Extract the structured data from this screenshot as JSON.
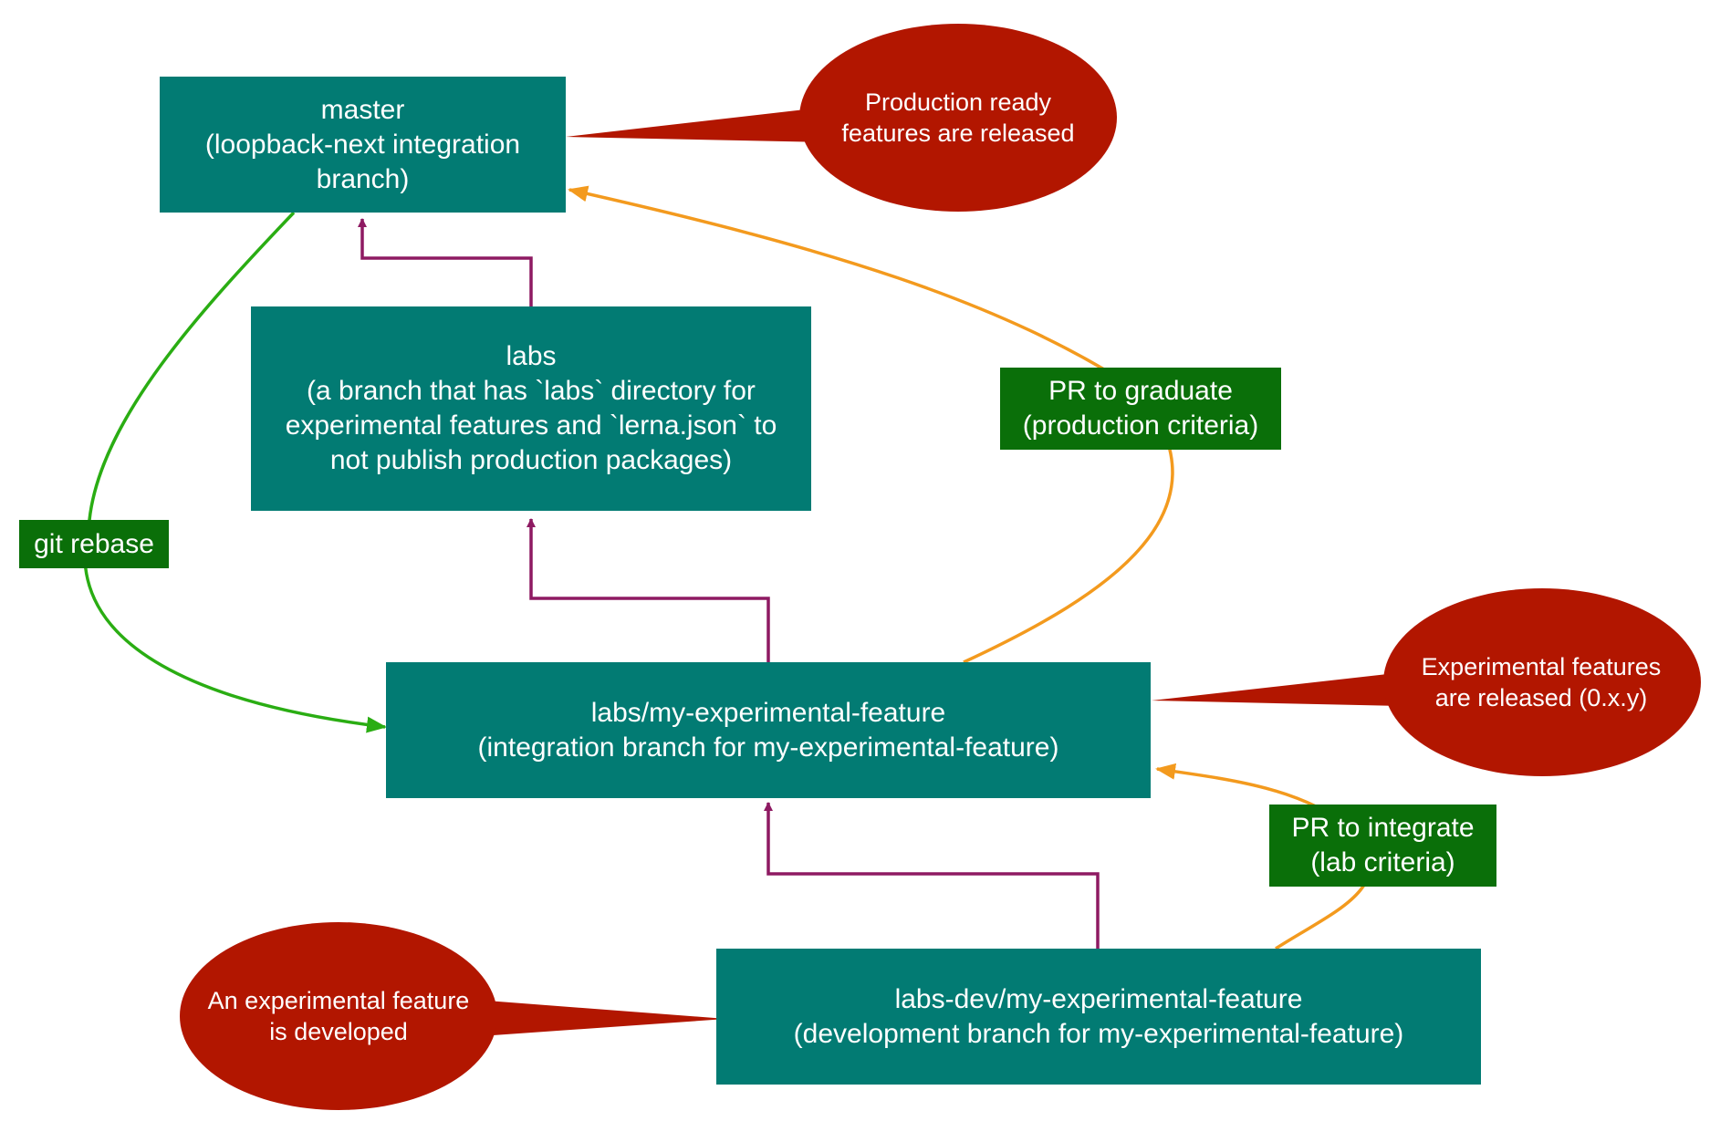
{
  "colors": {
    "branch_fill": "#027b73",
    "label_fill": "#0a6f09",
    "bubble_fill": "#b21600",
    "merge_arrow": "#8e1a62",
    "pr_arrow": "#f39a1e",
    "rebase_arrow": "#2aad13",
    "text": "#ffffff"
  },
  "branches": {
    "master": {
      "line1": "master",
      "line2": "(loopback-next integration",
      "line3": "branch)"
    },
    "labs": {
      "line1": "labs",
      "line2": "(a branch that has `labs` directory for",
      "line3": "experimental features and `lerna.json` to",
      "line4": "not publish production packages)"
    },
    "labs_feature": {
      "line1": "labs/my-experimental-feature",
      "line2": "(integration branch for my-experimental-feature)"
    },
    "labs_dev": {
      "line1": "labs-dev/my-experimental-feature",
      "line2": "(development branch for my-experimental-feature)"
    }
  },
  "edge_labels": {
    "graduate": {
      "line1": "PR to graduate",
      "line2": "(production criteria)"
    },
    "integrate": {
      "line1": "PR to integrate",
      "line2": "(lab criteria)"
    },
    "rebase": {
      "line1": "git rebase"
    }
  },
  "callouts": {
    "production": {
      "line1": "Production ready",
      "line2": "features are released"
    },
    "experimental": {
      "line1": "Experimental features",
      "line2": "are released (0.x.y)"
    },
    "developed": {
      "line1": "An experimental feature",
      "line2": "is developed"
    }
  }
}
